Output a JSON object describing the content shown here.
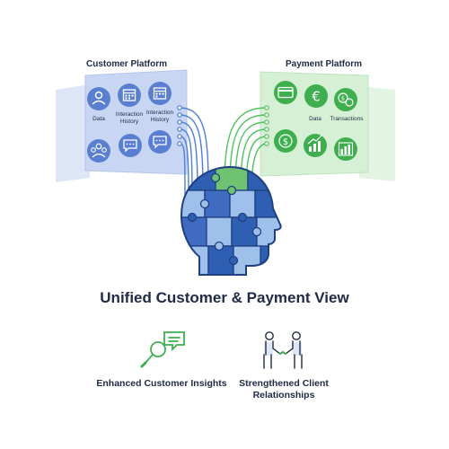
{
  "customer_platform": {
    "label": "Customer Platform",
    "captions": [
      "Data",
      "Interaction History",
      "Interaction History"
    ]
  },
  "payment_platform": {
    "label": "Payment Platform",
    "captions": [
      "Data",
      "Transactions"
    ]
  },
  "title": "Unified Customer & Payment View",
  "benefits": [
    {
      "label": "Enhanced Customer Insights",
      "icon": "magnifier-chat-icon"
    },
    {
      "label": "Strengthened Client Relationships",
      "icon": "handshake-icon"
    }
  ],
  "colors": {
    "customer_panel": "#c9d6f3",
    "customer_icon": "#5b7fd0",
    "payment_panel": "#d5f0d5",
    "payment_icon": "#3fae4f",
    "blue_wire": "#4f7fd6",
    "green_wire": "#4fc25e",
    "head_dark": "#2f5fb3",
    "head_light": "#9ec0ea",
    "text": "#1f2a44"
  }
}
